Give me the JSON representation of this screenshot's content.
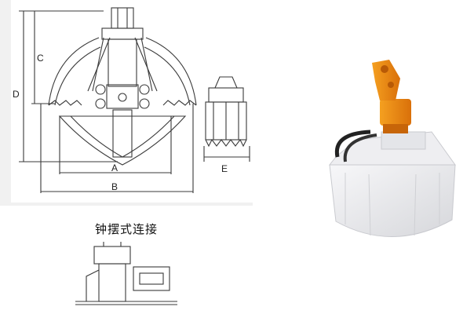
{
  "dimensions": {
    "c": "C",
    "d": "D",
    "a": "A",
    "b": "B",
    "e": "E"
  },
  "caption": "钟摆式连接",
  "colors": {
    "panel": "#f1f1f1",
    "line": "#3a3a3a",
    "grab_body": "#e9e9ec",
    "rotator": "#f08a10",
    "hose": "#222222"
  },
  "icons": {
    "front_view": "grab-front-view-drawing",
    "side_view": "grab-side-view-drawing",
    "connection_view": "pendulum-connection-drawing",
    "photo": "orange-rotator-grab-photo"
  }
}
